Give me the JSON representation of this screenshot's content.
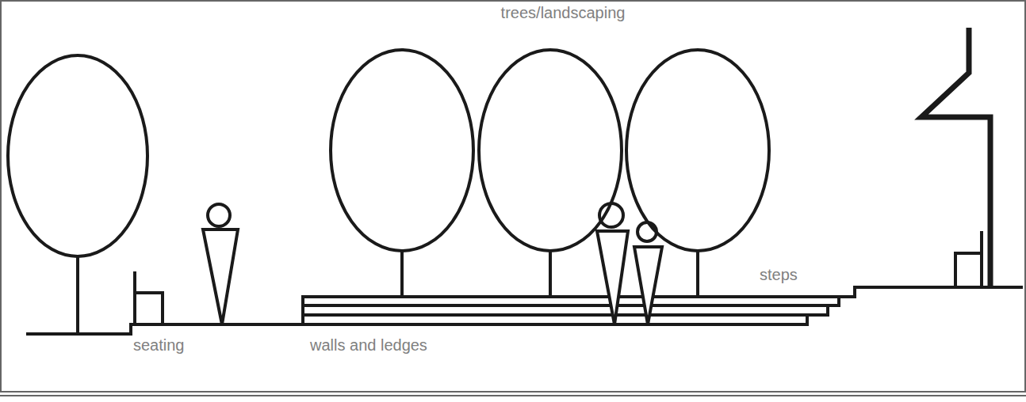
{
  "diagram": {
    "labels": [
      "trees/landscaping",
      "seating",
      "walls and ledges",
      "steps"
    ]
  }
}
